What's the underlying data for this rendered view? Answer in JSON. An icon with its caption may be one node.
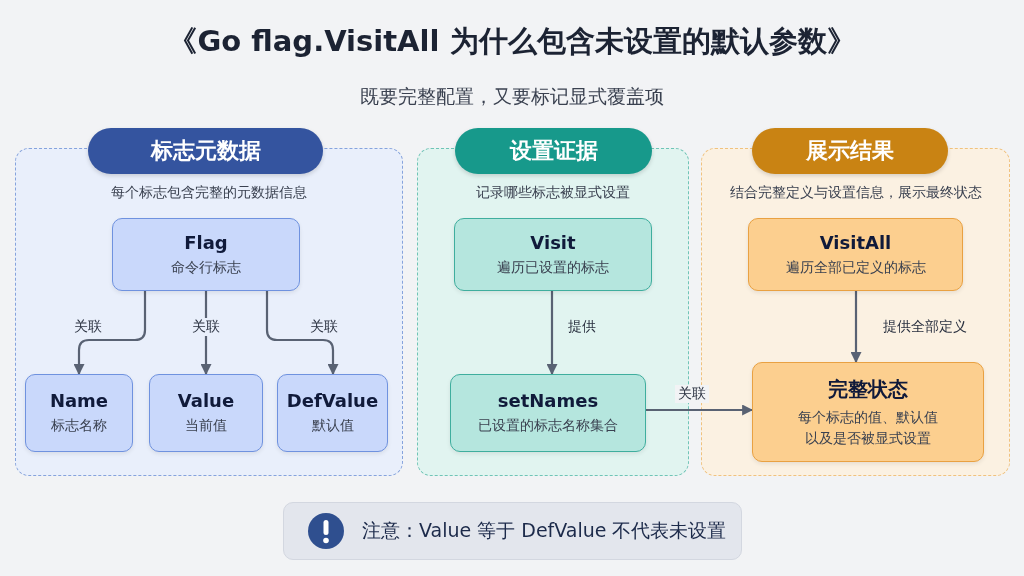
{
  "diagram": {
    "title": "《Go flag.VisitAll 为什么包含未设置的默认参数》",
    "nodes": [
      {
        "text": [
          "标志元数据",
          "每个标志包含完整的元数据信息"
        ]
      },
      {
        "text": [
          "Flag",
          "命令行标志"
        ],
        "in": 0
      },
      {
        "text": [
          "Name",
          "标志名称"
        ],
        "in": 0
      },
      {
        "text": [
          "Value",
          "当前值"
        ],
        "in": 0
      },
      {
        "text": [
          "DefValue",
          "默认值"
        ],
        "in": 0
      },
      {
        "text": [
          "设置证据",
          "记录哪些标志被显式设置"
        ]
      },
      {
        "text": [
          "Visit",
          "遍历已设置的标志"
        ],
        "in": 5
      },
      {
        "text": [
          "setNames",
          "已设置的标志名称集合"
        ],
        "in": 5
      },
      {
        "text": [
          "展示结果",
          "结合完整定义与设置信息，展示最终状态"
        ]
      },
      {
        "text": [
          "VisitAll",
          "遍历全部已定义的标志"
        ],
        "in": 8
      },
      {
        "text": [
          "完整状态",
          "每个标志的值、默认值以及是否被显式设置"
        ],
        "in": 8
      },
      {
        "text": [
          "注意：Value 等于 DefValue 不代表未设置"
        ]
      }
    ],
    "edges": [
      {
        "from": 1,
        "to": 2,
        "arrow": "to",
        "label": "关联"
      },
      {
        "from": 1,
        "to": 3,
        "arrow": "to",
        "label": "关联"
      },
      {
        "from": 1,
        "to": 4,
        "arrow": "to",
        "label": "关联"
      },
      {
        "from": 6,
        "to": 7,
        "arrow": "to",
        "label": "提供"
      },
      {
        "from": 9,
        "to": 10,
        "arrow": "to",
        "label": "提供全部定义"
      },
      {
        "from": 7,
        "to": 10,
        "arrow": "to",
        "label": "关联"
      }
    ],
    "labels": [
      "既要完整配置，又要标记显式覆盖项"
    ]
  }
}
